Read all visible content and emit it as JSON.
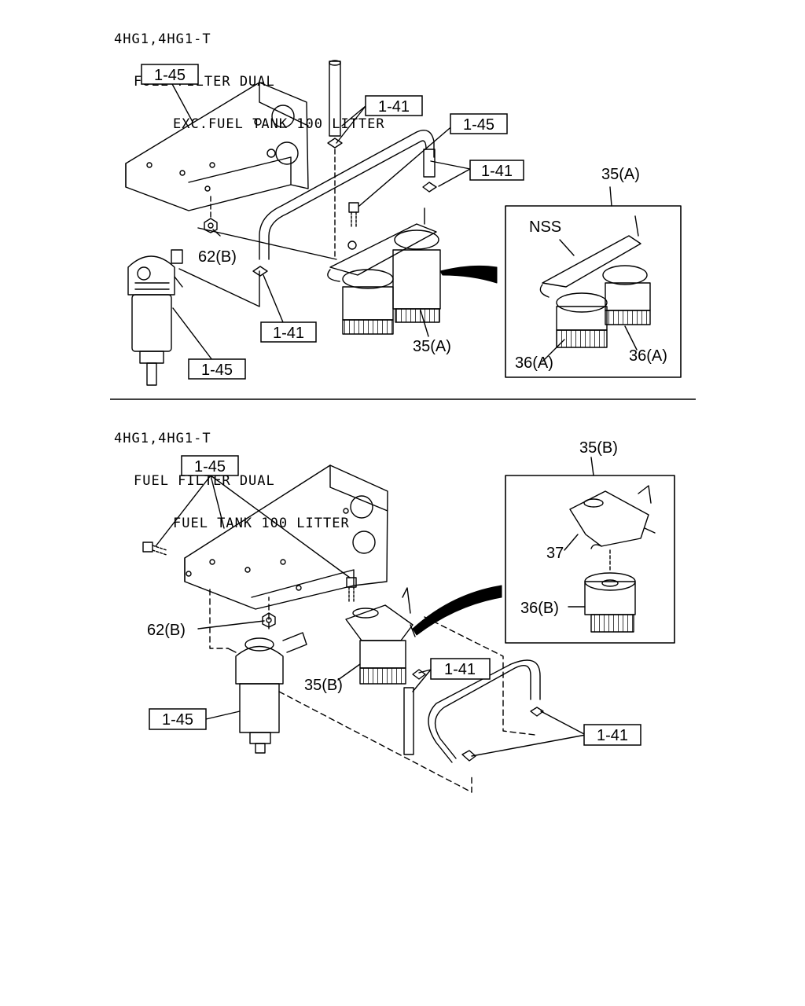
{
  "sections": [
    {
      "header": [
        "4HG1,4HG1-T",
        "FUEL FILTER DUAL",
        "EXC.FUEL TANK 100 LITTER"
      ],
      "callouts": [
        "1-45",
        "1-41",
        "1-45",
        "1-41",
        "62(B)",
        "1-41",
        "1-45",
        "35(A)"
      ],
      "detail": {
        "title": "35(A)",
        "labels": [
          "NSS",
          "36(A)",
          "36(A)"
        ]
      }
    },
    {
      "header": [
        "4HG1,4HG1-T",
        "FUEL FILTER DUAL",
        "FUEL TANK 100 LITTER"
      ],
      "callouts": [
        "1-45",
        "62(B)",
        "35(B)",
        "1-41",
        "1-45",
        "1-41"
      ],
      "detail": {
        "title": "35(B)",
        "labels": [
          "37",
          "36(B)"
        ]
      }
    }
  ]
}
